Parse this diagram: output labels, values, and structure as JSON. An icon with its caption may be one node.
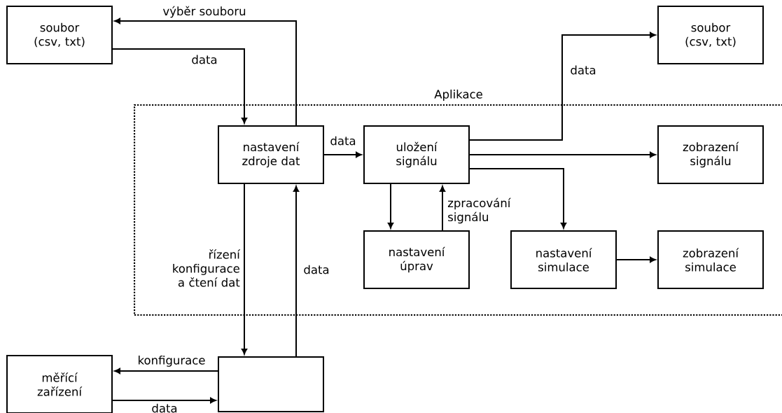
{
  "diagram": {
    "nodes": [
      {
        "text": [
          "soubor (csv, txt)"
        ]
      },
      {
        "text": [
          "soubor (csv, txt)"
        ]
      },
      {
        "text": [
          "Aplikace"
        ]
      },
      {
        "text": [
          "nastavení zdroje dat"
        ],
        "in": 2
      },
      {
        "text": [
          "uložení signálu"
        ],
        "in": 2
      },
      {
        "text": [
          "zobrazení signálu"
        ],
        "in": 2
      },
      {
        "text": [
          "nastavení úprav"
        ],
        "in": 2
      },
      {
        "text": [
          "nastavení simulace"
        ],
        "in": 2
      },
      {
        "text": [
          "zobrazení simulace"
        ],
        "in": 2
      },
      {
        "text": [
          "měřící zařízení"
        ]
      },
      {
        "text": [],
        "shape": "box"
      }
    ],
    "edges": [
      {
        "from": 3,
        "to": 0,
        "arrow": "to",
        "label": "výběr souboru"
      },
      {
        "from": 0,
        "to": 3,
        "arrow": "to",
        "label": "data"
      },
      {
        "from": 3,
        "to": 4,
        "arrow": "to",
        "label": "data"
      },
      {
        "from": 4,
        "to": 1,
        "arrow": "to",
        "label": "data"
      },
      {
        "from": 4,
        "to": 5,
        "arrow": "to"
      },
      {
        "from": 4,
        "to": 7,
        "arrow": "to"
      },
      {
        "from": 4,
        "to": 6,
        "arrow": "to"
      },
      {
        "from": 6,
        "to": 4,
        "arrow": "to",
        "label": "zpracování signálu"
      },
      {
        "from": 7,
        "to": 8,
        "arrow": "to"
      },
      {
        "from": 3,
        "to": 10,
        "arrow": "to",
        "label": "řízení konfigurace a čtení dat"
      },
      {
        "from": 10,
        "to": 3,
        "arrow": "to",
        "label": "data"
      },
      {
        "from": 10,
        "to": 9,
        "arrow": "to",
        "label": "konfigurace"
      },
      {
        "from": 9,
        "to": 10,
        "arrow": "to",
        "label": "data"
      }
    ]
  }
}
